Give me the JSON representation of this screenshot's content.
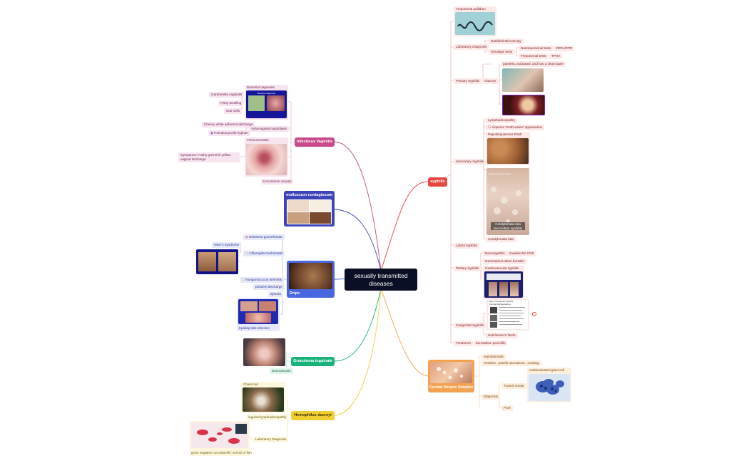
{
  "center": {
    "title": "sexually transmitted diseases"
  },
  "syphilis": {
    "title": "syphilis",
    "treponema": "Treponema pallidum",
    "lab": "Laboratory Diagnosis",
    "darkfield": "Darkfield Microscopy",
    "serologic": "Serologic tests",
    "nontrep": "Nontreponemal tests",
    "vdrl": "VDRL/RPR",
    "trep": "Treponemal tests",
    "tpha": "TPHA",
    "primary": "Primary Syphilis",
    "chancre": "chancre",
    "painless": "painless, indurated, and has a clean base",
    "secondary": "Secondary Syphilis",
    "lymph": "Lymphadenopathy",
    "alopecia": "Alopecia \"moth-eaten\" appearance",
    "papulo": "Papulosquamous Rash",
    "rashcap": "Papulosquamous Rash",
    "condy_cap": "Condylomata lata (secondary syphilis)",
    "condy": "Condylomata lata",
    "latent": "Latent Syphilis",
    "tertiary": "Tertiary Syphilis",
    "neuro": "Neurosyphilis",
    "cns": "invades the CNS",
    "gumma": "Gummatous tabes dorsalis",
    "cardio": "Cardiovascular syphilis",
    "congenital": "Congenital Syphilis",
    "hutch": "Hutchinson's Teeth",
    "treatment": "Treatment",
    "penicillin": "benzathine penicillin",
    "ecs_title": "Early Congenital Syphilis Clinical Manifestations"
  },
  "herpes": {
    "title": "Genital Herpes Simplex",
    "asym": "asymptomatic",
    "vesicles": "Vesicles , painful ulcerations , crusting",
    "diagnosis": "Diagnosis",
    "tzanck": "Tzanck smear",
    "giant": "multinucleated giant cell",
    "pcr": "PCR"
  },
  "vaginitis": {
    "title": "Infectious Vaginitis",
    "bv": "Bacterial Vaginosis",
    "bv_img": "Bacterial Vaginosis",
    "gard": "Gardnerella vaginalis",
    "fishy": "Fishy-smelling",
    "clue": "clue cells",
    "candida": "Vulvovaginal candidiasis",
    "cheesy": "Cheesy white adherent discharge",
    "pseudo": "Pseudomycelia hyphae",
    "trich": "Trichomoniasis",
    "symptoms": "Symptoms: Frothy greenish-yellow vaginal discharge",
    "uncommon": "Uncommon causes"
  },
  "molluscum": {
    "title": "molluscum contagiosum"
  },
  "drips": {
    "title": "Drips",
    "neisseria": "Neisseria gonorrhoeae",
    "chlamydia": "Chlamydia trachomatis",
    "reiter": "reiter's syndrome",
    "nongono": "Nongonococcal urethritis",
    "purulent": "purulent discharge",
    "dysuria": "dysuria",
    "epididymitis": "Epididymitis infection"
  },
  "granuloma": {
    "title": "Granuloma inguinale",
    "donovan": "Donovanosis"
  },
  "hemophilus": {
    "title": "Hemophilus ducreyi",
    "chancroid": "Chancroid",
    "inguinal": "inguinal lymphadenopathy",
    "lab": "Laboratory Diagnosis",
    "gram": "gram negative coccobacilli ( school of fish"
  },
  "colors": {
    "syphilis": "#e8473f",
    "herpes": "#f2a250",
    "vaginitis": "#c8488a",
    "molluscum": "#3d44b8",
    "drips": "#4b67e0",
    "granuloma": "#19b37a",
    "hemophilus": "#efcf32",
    "center": "#0b0f26"
  }
}
